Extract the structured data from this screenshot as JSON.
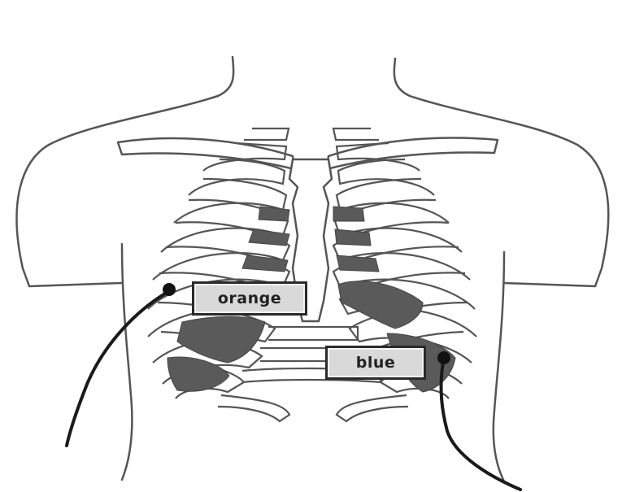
{
  "labels": {
    "orange": "orange",
    "blue": "blue"
  },
  "colors": {
    "outline": "#555555",
    "cartilage_fill": "#5a5a5a",
    "lead_wire": "#1a1a1a",
    "label_bg": "#d9d9d9"
  },
  "icons": {
    "figure": "chest-ribcage-diagram",
    "electrode": "electrode-dot-icon"
  }
}
